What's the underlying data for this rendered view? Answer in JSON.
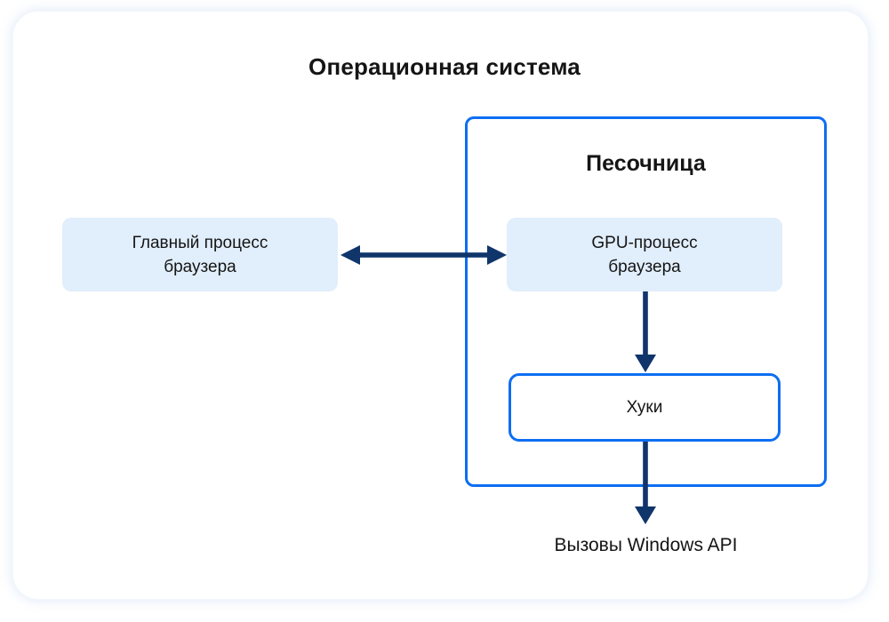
{
  "diagram": {
    "title": "Операционная система",
    "sandbox": {
      "label": "Песочница"
    },
    "nodes": {
      "main_process": "Главный процесс\nбраузера",
      "gpu_process": "GPU-процесс\nбраузера",
      "hooks": "Хуки"
    },
    "output_label": "Вызовы Windows API",
    "connections": [
      {
        "from": "main_process",
        "to": "gpu_process",
        "type": "bidirectional"
      },
      {
        "from": "gpu_process",
        "to": "hooks",
        "type": "arrow-down"
      },
      {
        "from": "hooks",
        "to": "windows_api_calls",
        "type": "arrow-down"
      }
    ],
    "colors": {
      "sandbox_border": "#0d6ef2",
      "node_fill": "#e1eefb",
      "arrow": "#0f356b",
      "text": "#151515"
    }
  }
}
